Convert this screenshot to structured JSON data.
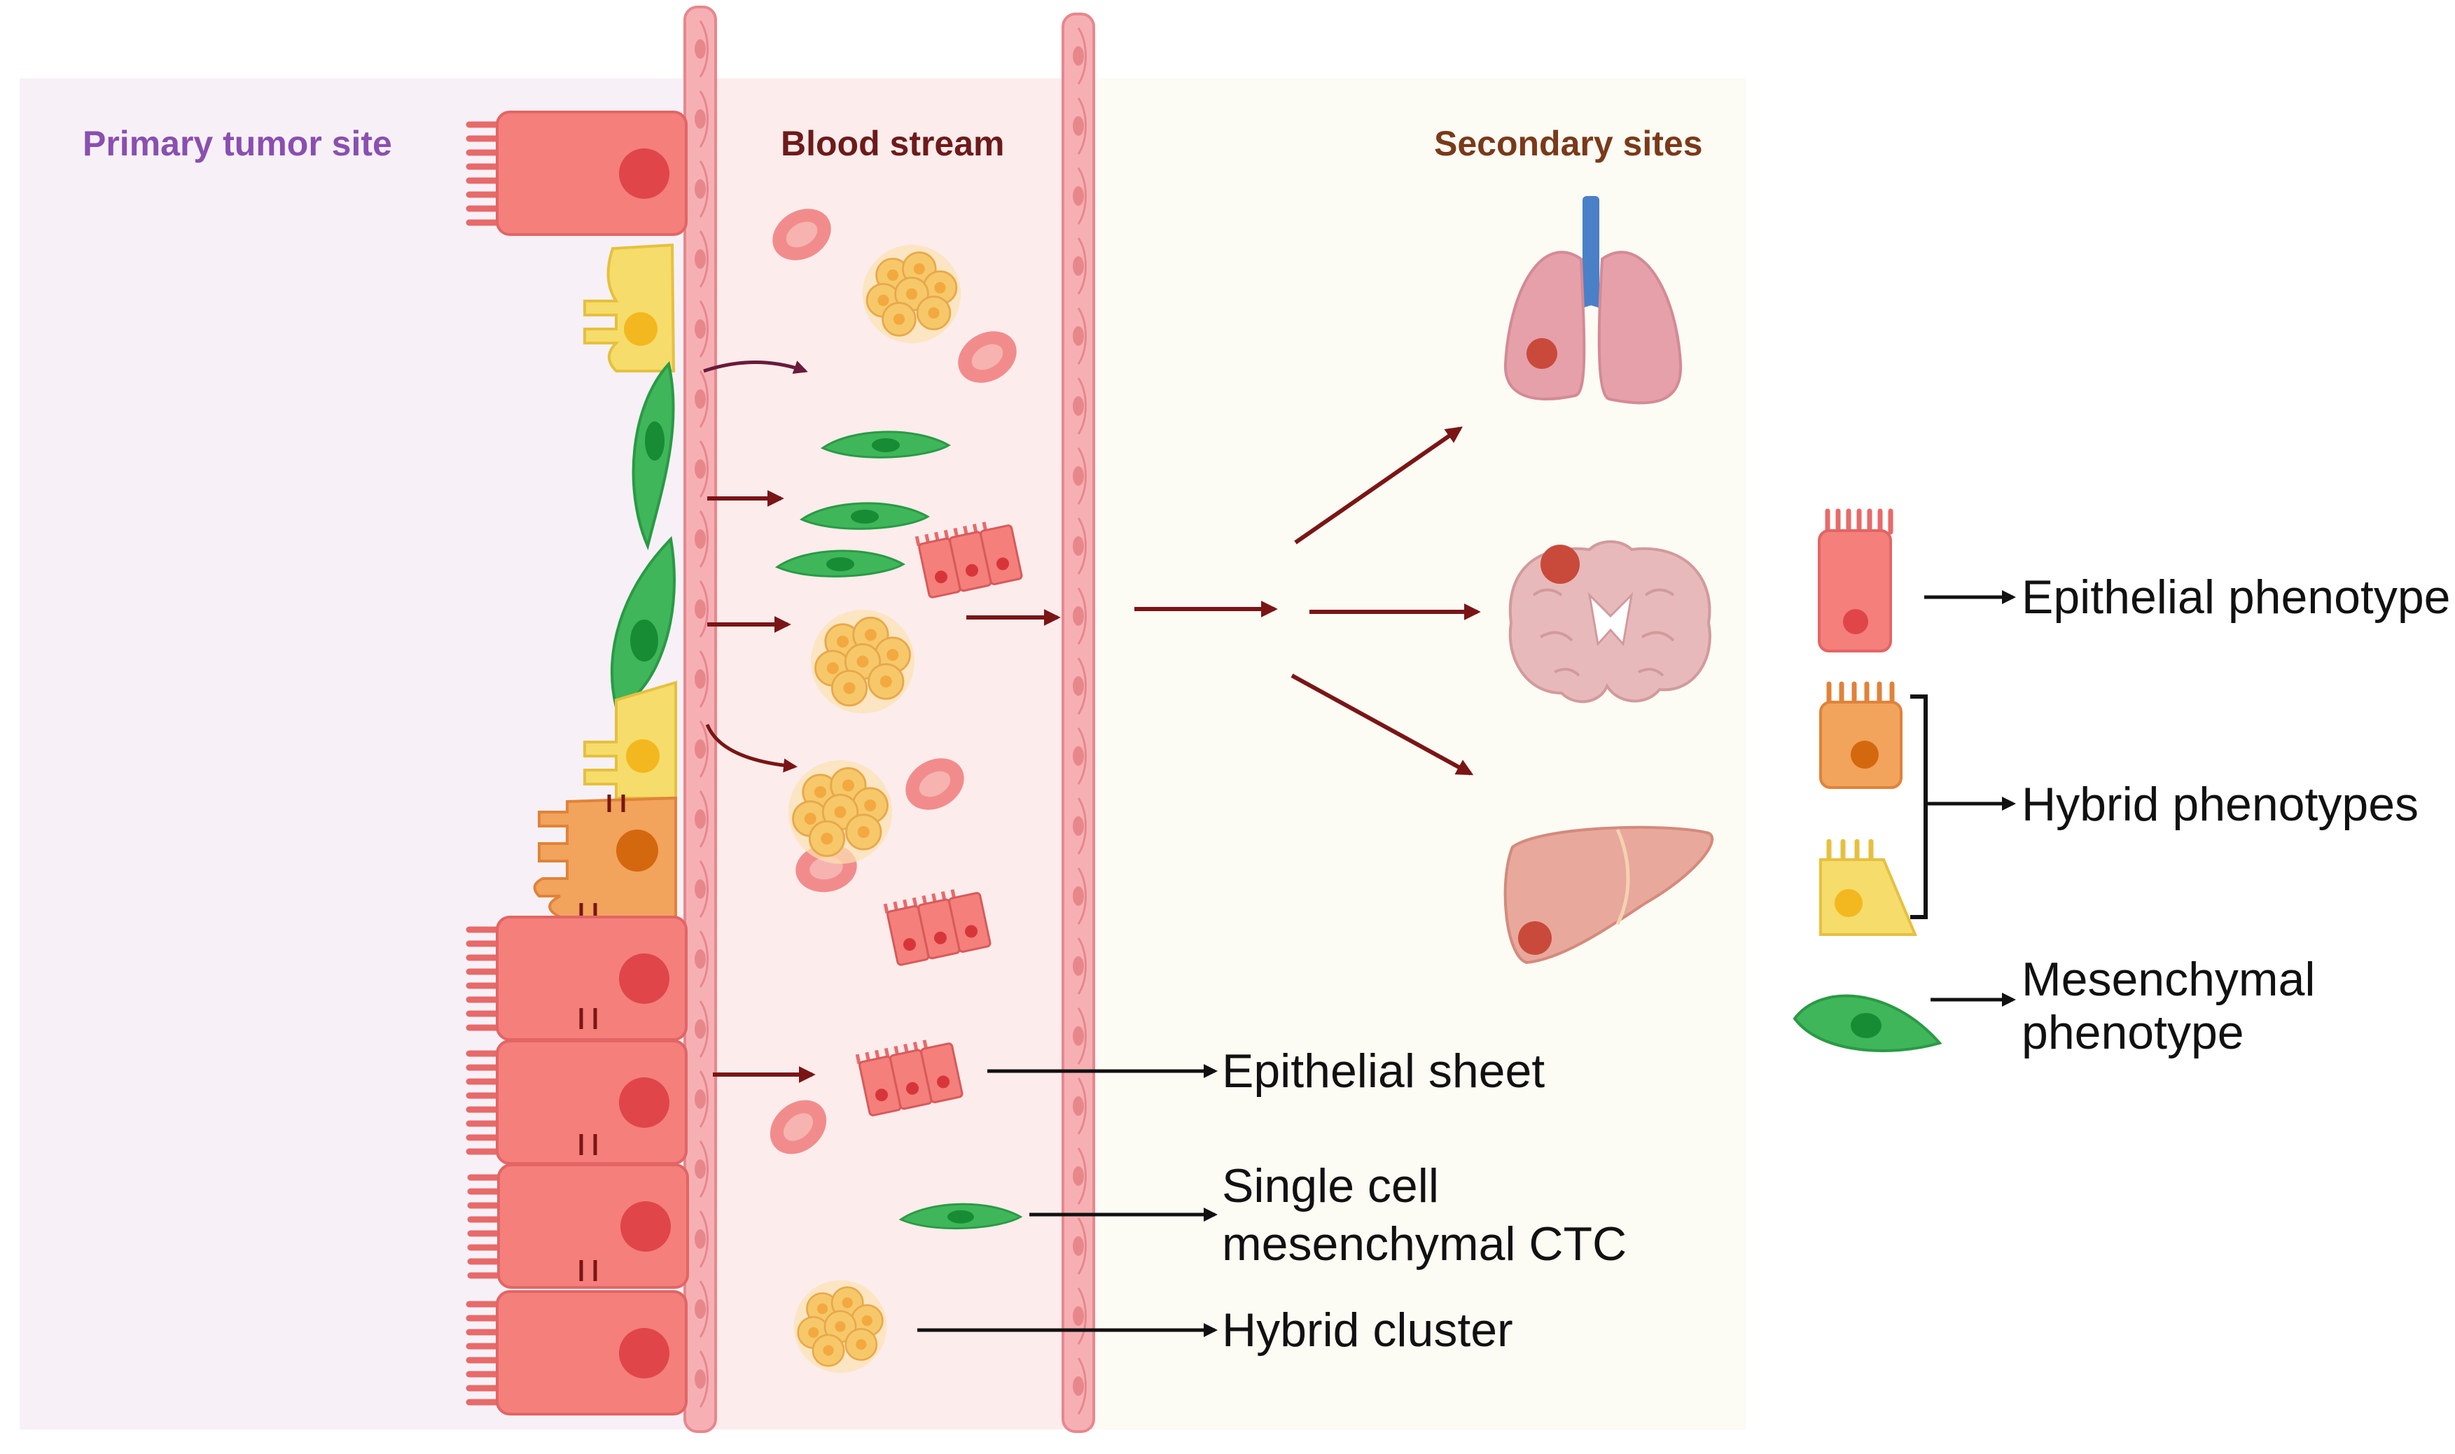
{
  "regions": {
    "primary": {
      "title": "Primary tumor site",
      "color": "#8a4fb0"
    },
    "blood": {
      "title": "Blood stream",
      "color": "#6e1a1a"
    },
    "secondary": {
      "title": "Secondary sites",
      "color": "#7a3a1a"
    }
  },
  "ctc_labels": {
    "epithelial_sheet": "Epithelial sheet",
    "single_cell_line1": "Single cell",
    "single_cell_line2": "mesenchymal CTC",
    "hybrid_cluster": "Hybrid cluster"
  },
  "legend": {
    "epithelial": "Epithelial phenotype",
    "hybrid": "Hybrid phenotypes",
    "mesenchymal_line1": "Mesenchymal",
    "mesenchymal_line2": "phenotype"
  },
  "organs": [
    "lung",
    "brain",
    "liver"
  ],
  "colors": {
    "epithelial": "#f47f7b",
    "epithelial_nucleus": "#e0454a",
    "hybrid_orange": "#f2a35c",
    "hybrid_yellow": "#f6dc6a",
    "mesenchymal": "#3fb65a",
    "mesenchymal_nucleus": "#188c35",
    "arrow_red": "#7a1515",
    "vessel": "#f6b0b4",
    "blood_bg": "#fdecec",
    "primary_bg": "#f7f1f7",
    "secondary_bg": "#fcfbf4"
  }
}
